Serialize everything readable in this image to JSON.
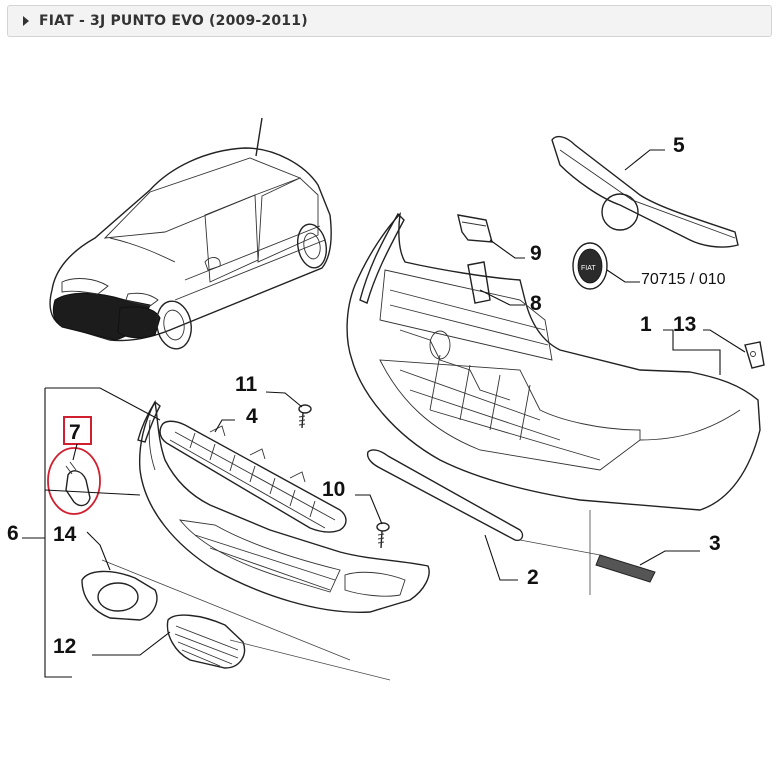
{
  "header": {
    "title": "FIAT - 3J PUNTO EVO (2009-2011)"
  },
  "diagram": {
    "callouts": {
      "c1": "1",
      "c2": "2",
      "c3": "3",
      "c4": "4",
      "c5": "5",
      "c6": "6",
      "c7": "7",
      "c8": "8",
      "c9": "9",
      "c10": "10",
      "c11": "11",
      "c12": "12",
      "c13": "13",
      "c14": "14",
      "emblem_ref": "70715 / 010"
    },
    "highlighted_callout": "7",
    "highlight_color": "#d01f2f"
  }
}
